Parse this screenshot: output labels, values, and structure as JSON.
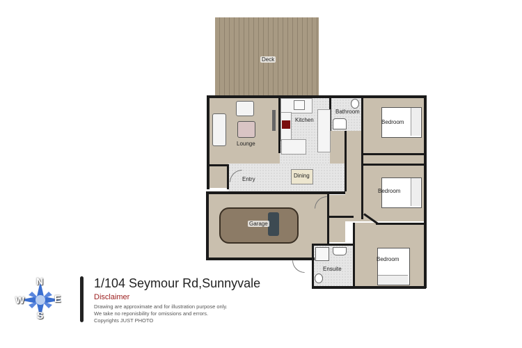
{
  "plan": {
    "address": "1/104 Seymour Rd,Sunnyvale",
    "disclaimer_heading": "Disclaimer",
    "disclaimer_lines": [
      "Drawing are approximate and  for illustration purpose only.",
      "We take no reponisbility for omissions and errors.",
      "Copyrights JUST PHOTO"
    ],
    "rooms": {
      "deck": "Deck",
      "lounge": "Lounge",
      "kitchen": "Kitchen",
      "bathroom": "Bathroom",
      "dining": "Dining",
      "entry": "Entry",
      "garage": "Garage",
      "ensuite": "Ensuite",
      "bedroom1": "Bedroom",
      "bedroom2": "Bedroom",
      "bedroom3": "Bedroom"
    },
    "compass": {
      "n": "N",
      "s": "S",
      "e": "E",
      "w": "W"
    },
    "colors": {
      "carpet": "#c9bfae",
      "deck": "#a89a83",
      "wall": "#1a1a1a",
      "disclaimer": "#9b1c1c",
      "compass": "#3b6fd0"
    }
  }
}
